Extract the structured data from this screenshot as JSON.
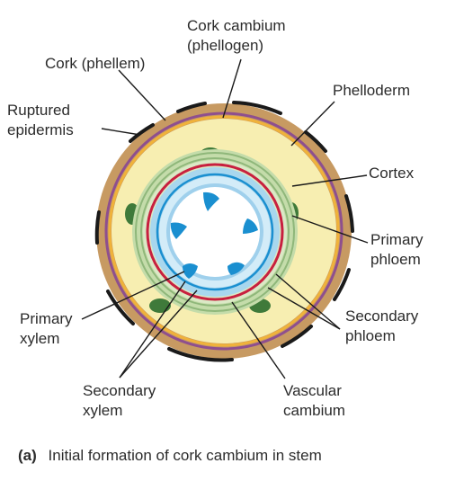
{
  "labels": {
    "cork_cambium": [
      "Cork cambium",
      "(phellogen)"
    ],
    "cork": [
      "Cork (phellem)"
    ],
    "ruptured_epidermis": [
      "Ruptured",
      "epidermis"
    ],
    "phelloderm": [
      "Phelloderm"
    ],
    "cortex": [
      "Cortex"
    ],
    "primary_phloem": [
      "Primary",
      "phloem"
    ],
    "primary_xylem": [
      "Primary",
      "xylem"
    ],
    "secondary_phloem": [
      "Secondary",
      "phloem"
    ],
    "secondary_xylem": [
      "Secondary",
      "xylem"
    ],
    "vascular_cambium": [
      "Vascular",
      "cambium"
    ]
  },
  "caption": {
    "tag": "(a)",
    "text": "Initial formation of cork cambium in stem"
  },
  "colors": {
    "cork": "#c79a62",
    "cork_cambium_line": "#8e4f8e",
    "phelloderm_line": "#f0b23a",
    "cortex": "#f7eeb1",
    "epidermis": "#1a1a1a",
    "phloem_ring": "#c4dcaa",
    "primary_phloem": "#3f7a3a",
    "vascular_cambium": "#c8203f",
    "secondary_xylem": "#a8d7ee",
    "primary_xylem": "#1a8fd0",
    "pith": "#ffffff"
  }
}
